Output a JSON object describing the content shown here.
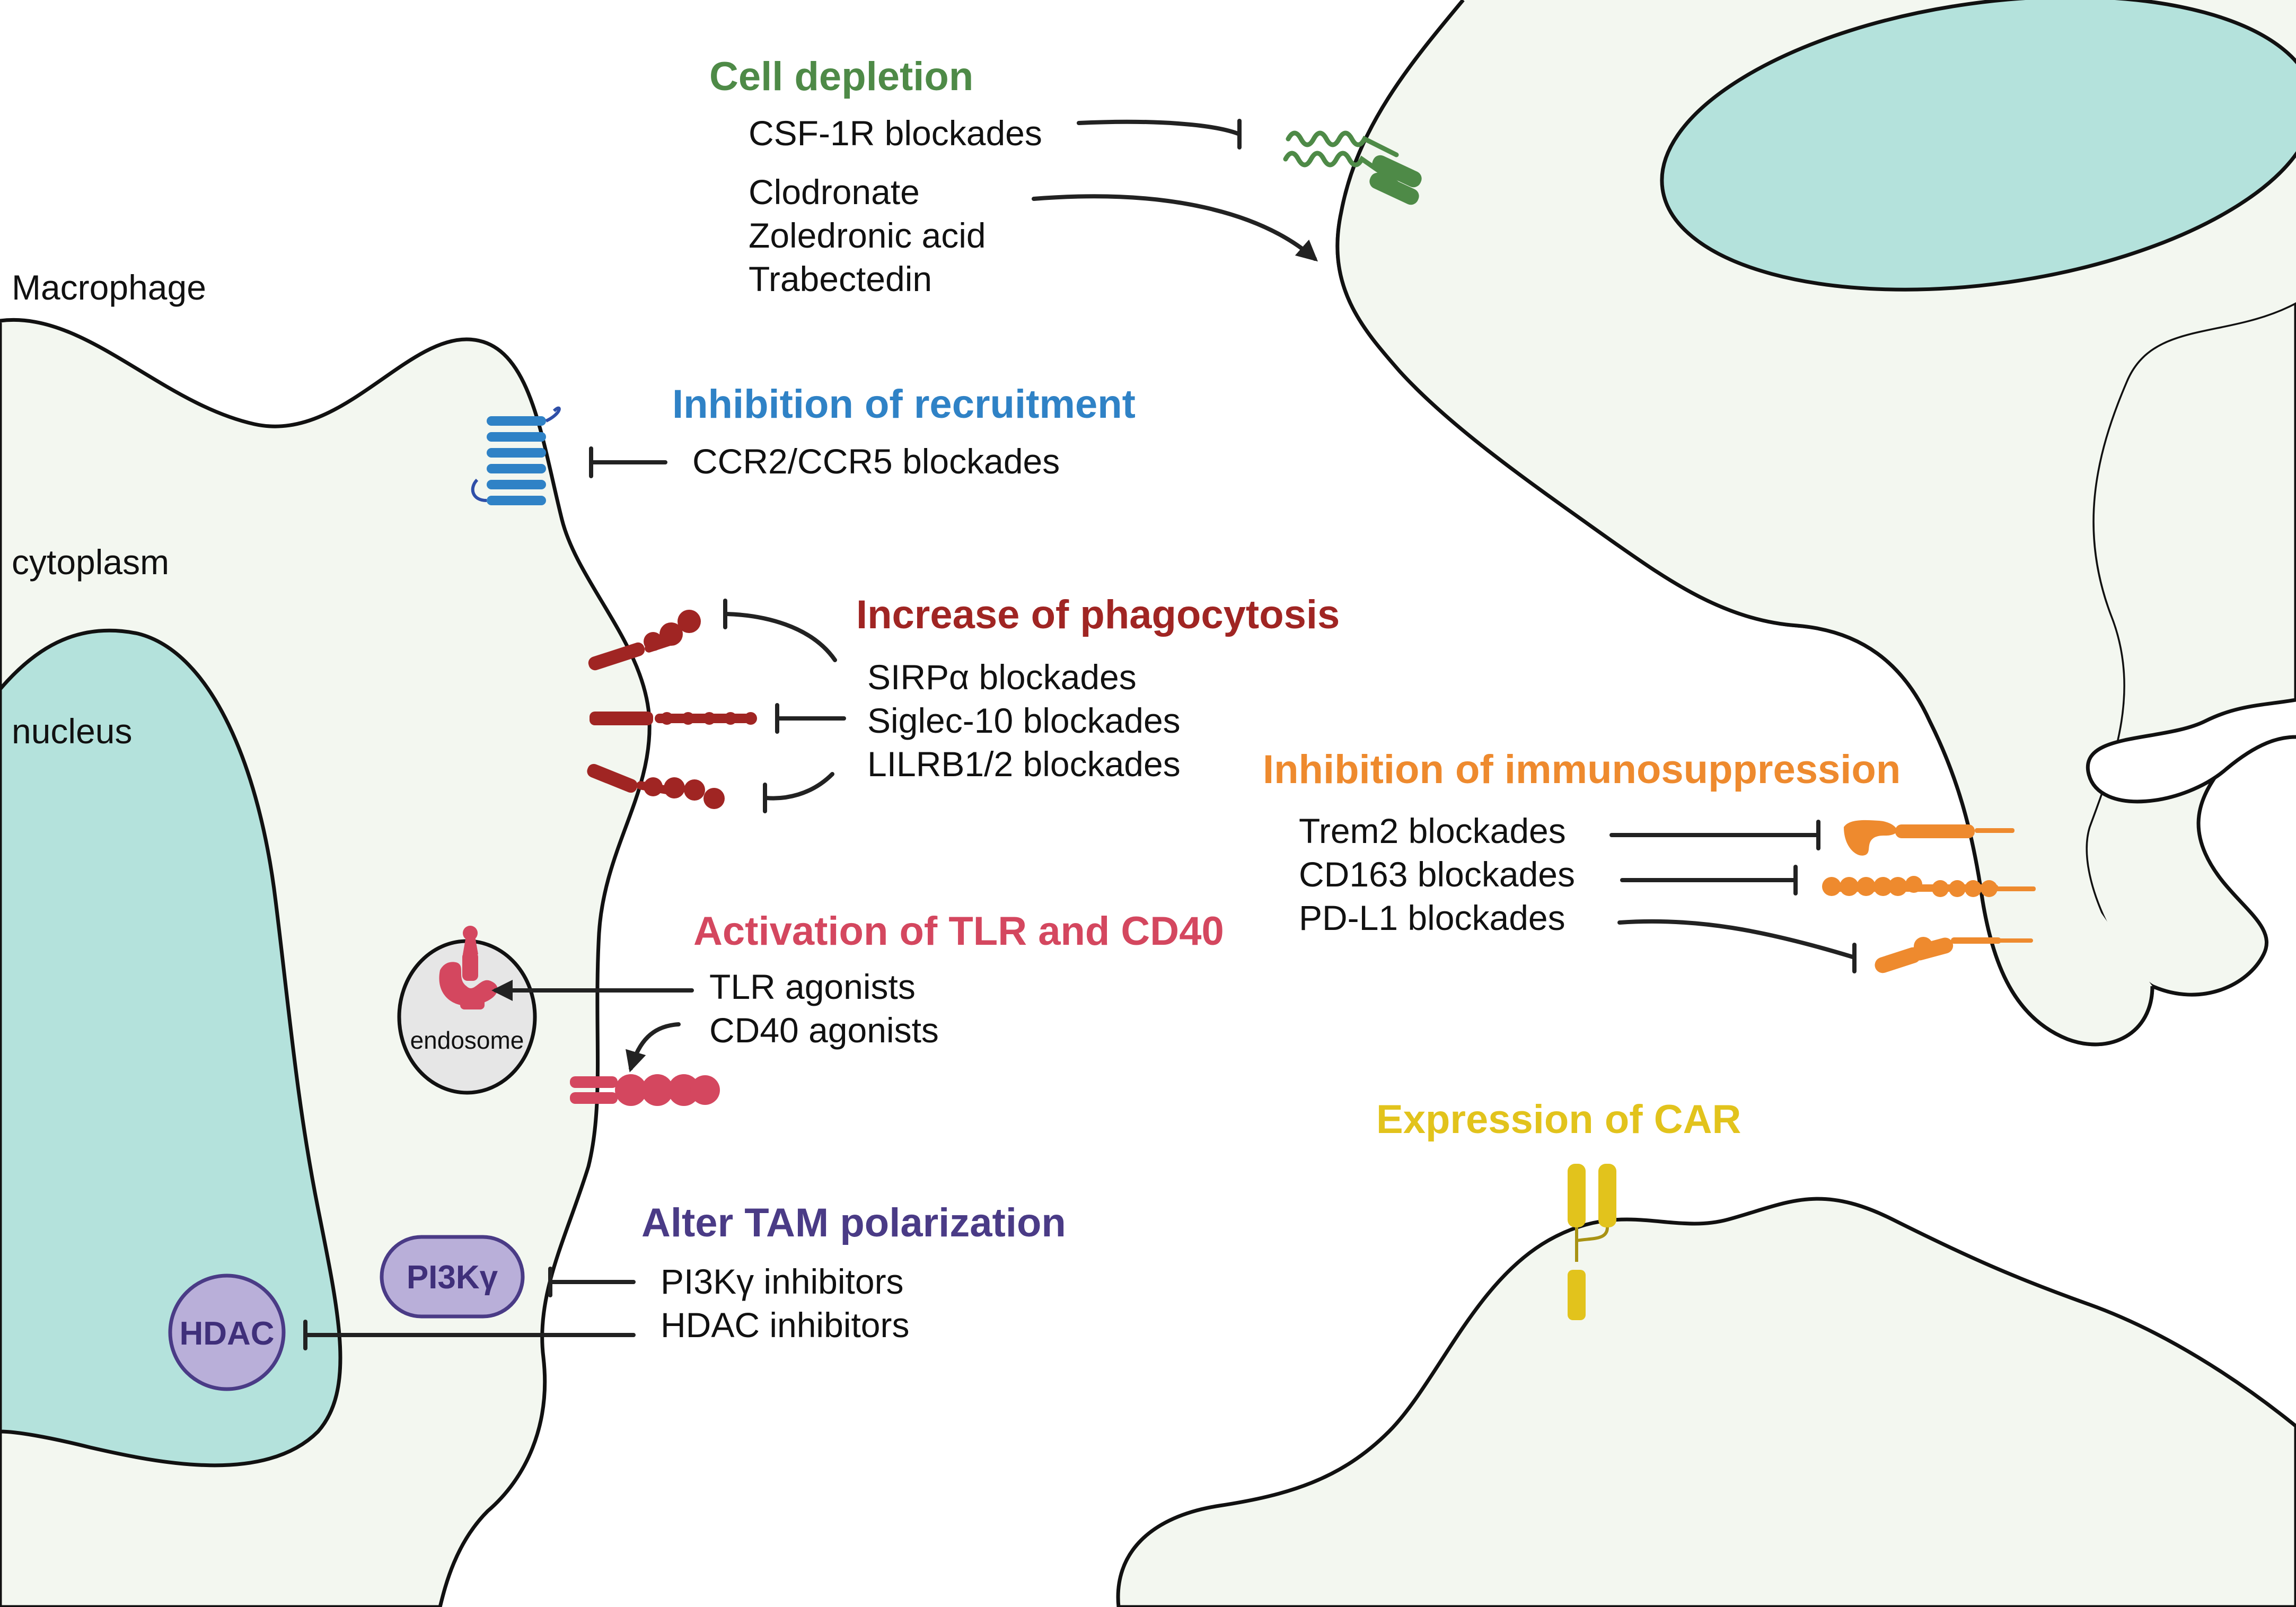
{
  "colors": {
    "cell_fill": "#f3f7f0",
    "nucleus_fill": "#b4e2dc",
    "outline": "#111111",
    "green": "#4e8a47",
    "blue": "#2f82c6",
    "red": "#a02523",
    "pink": "#d4475f",
    "orange": "#ee8a2e",
    "yellow": "#e2c31c",
    "purple": "#4a3b86",
    "purple_fill": "#b9afd9",
    "endosome_fill": "#e6e6e6"
  },
  "labels": {
    "macrophage": "Macrophage",
    "cytoplasm": "cytoplasm",
    "nucleus": "nucleus",
    "endosome": "endosome"
  },
  "cell_depletion": {
    "title": "Cell depletion",
    "items": [
      "CSF-1R blockades",
      "Clodronate",
      "Zoledronic acid",
      "Trabectedin"
    ]
  },
  "recruitment": {
    "title": "Inhibition of recruitment",
    "items": [
      "CCR2/CCR5 blockades"
    ]
  },
  "phagocytosis": {
    "title": "Increase of phagocytosis",
    "items": [
      "SIRPα blockades",
      "Siglec-10 blockades",
      "LILRB1/2 blockades"
    ]
  },
  "tlr": {
    "title": "Activation of TLR and CD40",
    "items": [
      "TLR agonists",
      "CD40 agonists"
    ]
  },
  "polarization": {
    "title": "Alter TAM polarization",
    "items": [
      "PI3Kγ inhibitors",
      "HDAC inhibitors"
    ],
    "pills": [
      "PI3Kγ",
      "HDAC"
    ]
  },
  "immunosuppression": {
    "title": "Inhibition of immunosuppression",
    "items": [
      "Trem2 blockades",
      "CD163 blockades",
      "PD-L1 blockades"
    ]
  },
  "car": {
    "title": "Expression of CAR"
  },
  "icons": [
    "csf1r-receptor-icon",
    "ccr2-receptor-icon",
    "sirpa-receptor-icon",
    "siglec10-receptor-icon",
    "lilrb-receptor-icon",
    "tlr-receptor-icon",
    "cd40-receptor-icon",
    "trem2-receptor-icon",
    "cd163-receptor-icon",
    "pdl1-receptor-icon",
    "car-receptor-icon"
  ]
}
